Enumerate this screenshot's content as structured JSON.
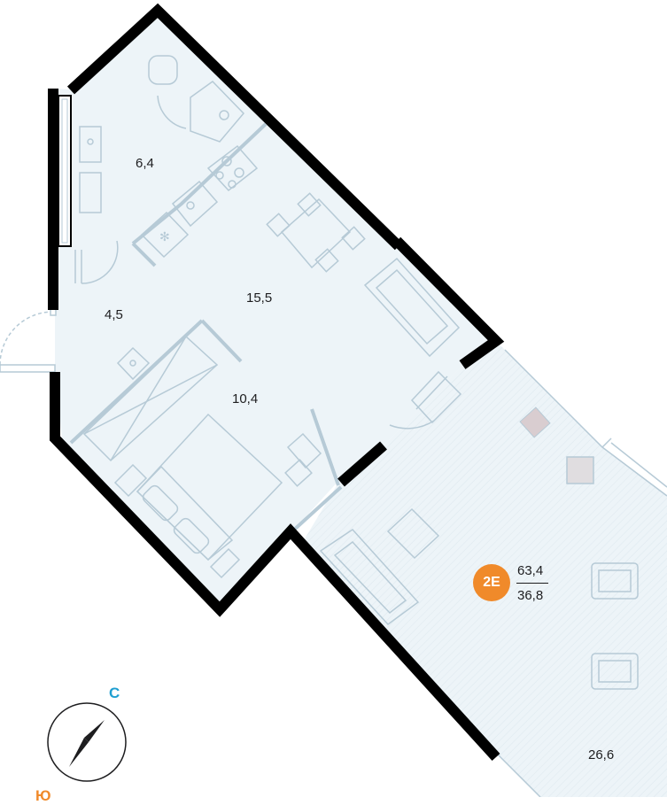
{
  "rooms": [
    {
      "id": "bathroom",
      "area": "6,4"
    },
    {
      "id": "hall",
      "area": "4,5"
    },
    {
      "id": "kitchen-living",
      "area": "15,5"
    },
    {
      "id": "bedroom",
      "area": "10,4"
    },
    {
      "id": "terrace",
      "area": "26,6"
    }
  ],
  "apartment": {
    "type_badge": "2E",
    "total_area": "63,4",
    "living_area": "36,8"
  },
  "compass": {
    "north": "С",
    "south": "Ю"
  },
  "colors": {
    "wall": "#000000",
    "floor": "#edf4f8",
    "line": "#b6cad6",
    "badge": "#f08a2a",
    "compass": "#1f9fd1"
  }
}
